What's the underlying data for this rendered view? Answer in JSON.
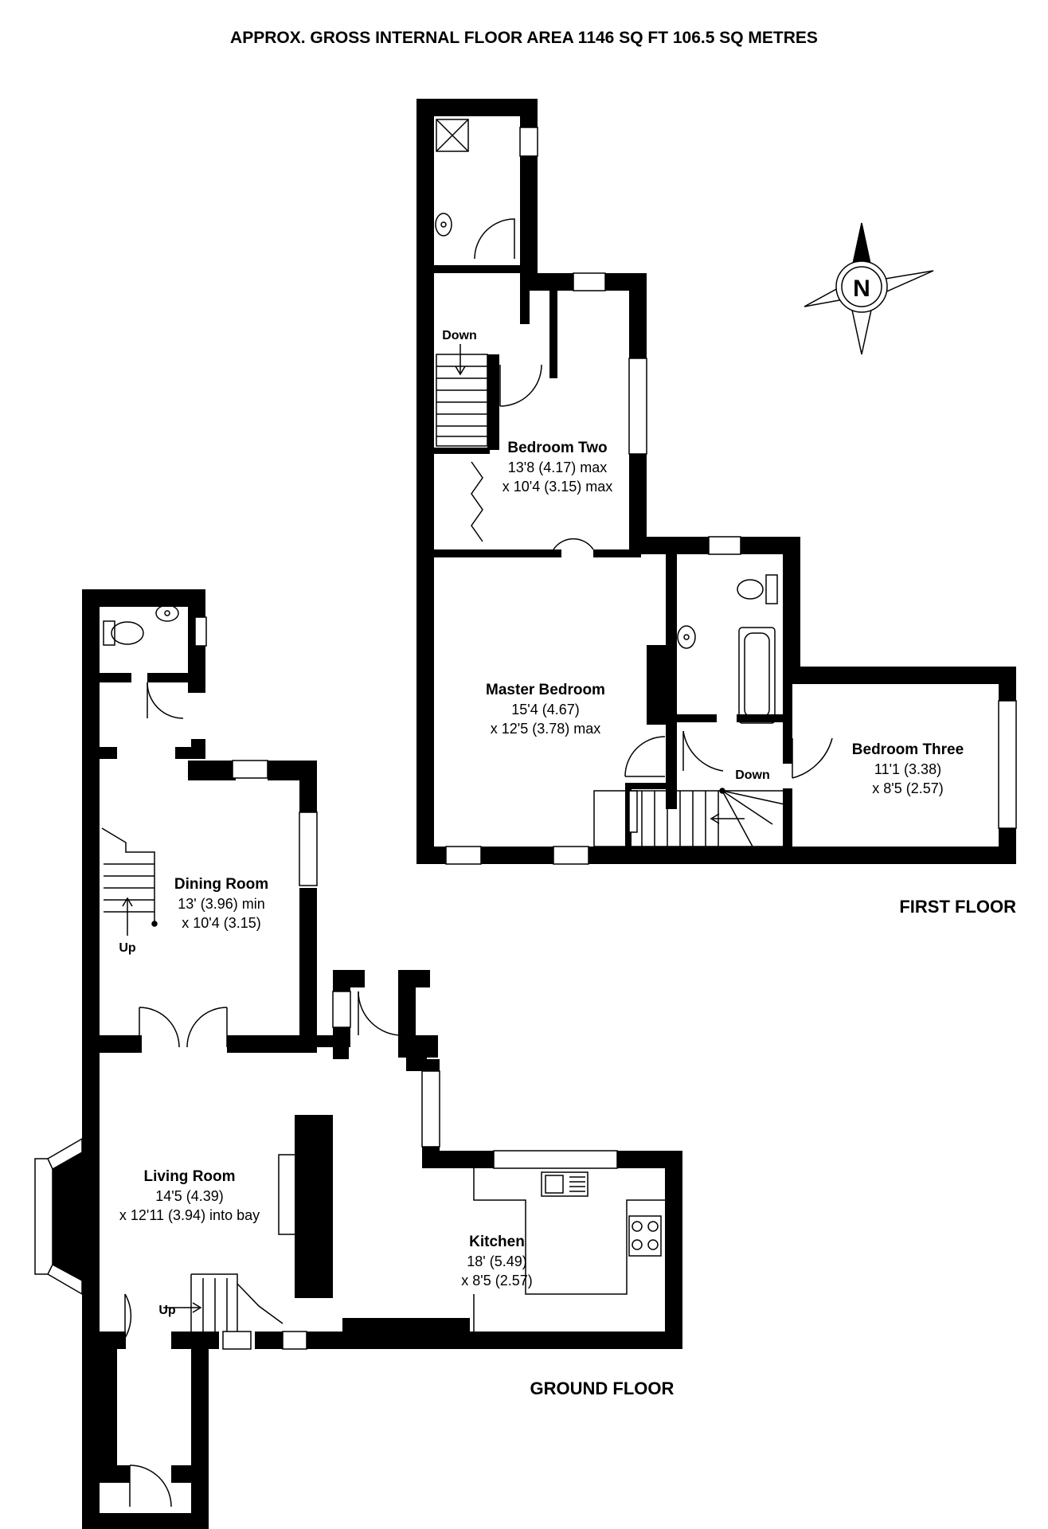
{
  "title": "APPROX. GROSS INTERNAL FLOOR AREA 1146 SQ FT 106.5 SQ METRES",
  "floors": {
    "first": "FIRST FLOOR",
    "ground": "GROUND FLOOR"
  },
  "compass": {
    "label": "N"
  },
  "rooms": {
    "bedroom_two": {
      "name": "Bedroom Two",
      "dim1": "13'8 (4.17) max",
      "dim2": "x 10'4 (3.15) max"
    },
    "master_bedroom": {
      "name": "Master Bedroom",
      "dim1": "15'4 (4.67)",
      "dim2": "x 12'5 (3.78) max"
    },
    "bedroom_three": {
      "name": "Bedroom Three",
      "dim1": "11'1 (3.38)",
      "dim2": "x 8'5 (2.57)"
    },
    "dining_room": {
      "name": "Dining Room",
      "dim1": "13' (3.96) min",
      "dim2": "x 10'4 (3.15)"
    },
    "living_room": {
      "name": "Living Room",
      "dim1": "14'5 (4.39)",
      "dim2": "x 12'11 (3.94) into bay"
    },
    "kitchen": {
      "name": "Kitchen",
      "dim1": "18' (5.49)",
      "dim2": "x 8'5 (2.57)"
    }
  },
  "stairs": {
    "first_down_1": "Down",
    "first_down_2": "Down",
    "ground_up_1": "Up",
    "ground_up_2": "Up"
  }
}
